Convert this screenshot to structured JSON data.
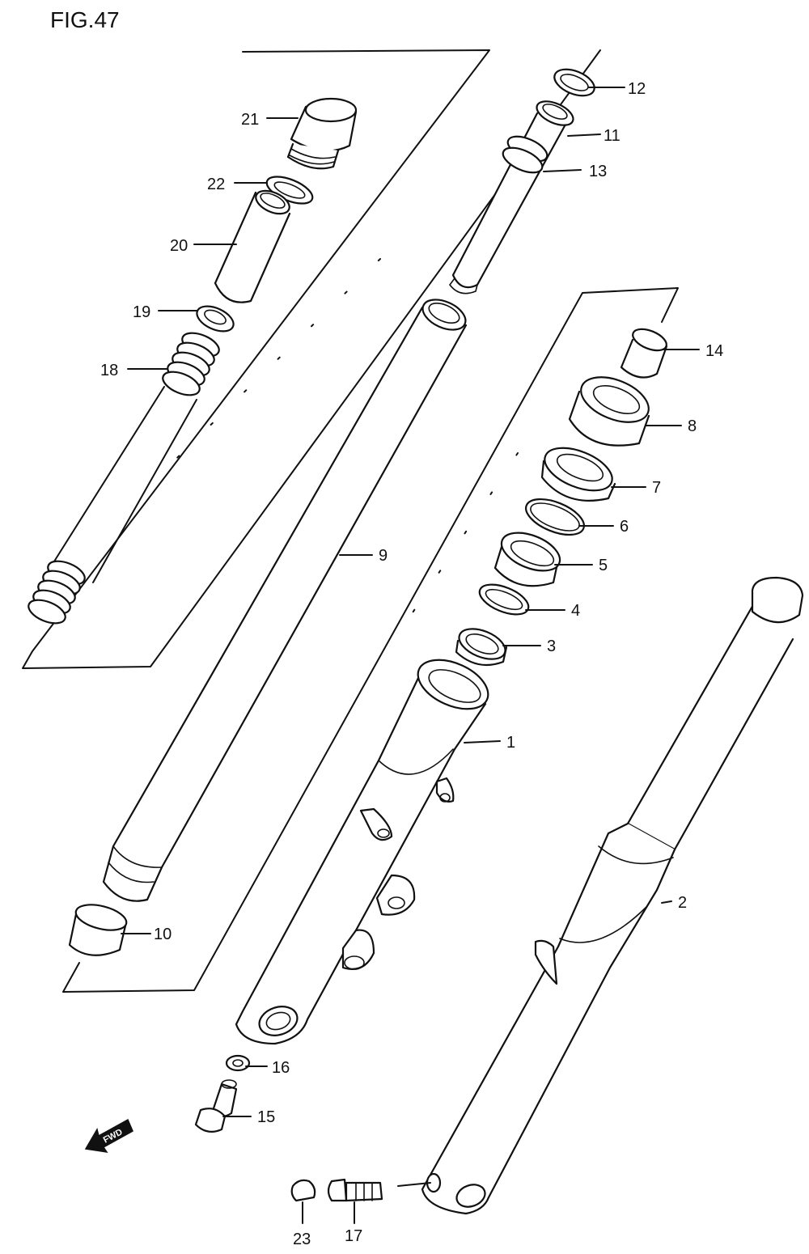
{
  "figure": {
    "title": "FIG.47",
    "fwd_label": "FWD"
  },
  "callouts": [
    {
      "id": "p1",
      "number": "1"
    },
    {
      "id": "p2",
      "number": "2"
    },
    {
      "id": "p3",
      "number": "3"
    },
    {
      "id": "p4",
      "number": "4"
    },
    {
      "id": "p5",
      "number": "5"
    },
    {
      "id": "p6",
      "number": "6"
    },
    {
      "id": "p7",
      "number": "7"
    },
    {
      "id": "p8",
      "number": "8"
    },
    {
      "id": "p9",
      "number": "9"
    },
    {
      "id": "p10",
      "number": "10"
    },
    {
      "id": "p11",
      "number": "11"
    },
    {
      "id": "p12",
      "number": "12"
    },
    {
      "id": "p13",
      "number": "13"
    },
    {
      "id": "p14",
      "number": "14"
    },
    {
      "id": "p15",
      "number": "15"
    },
    {
      "id": "p16",
      "number": "16"
    },
    {
      "id": "p17",
      "number": "17"
    },
    {
      "id": "p18",
      "number": "18"
    },
    {
      "id": "p19",
      "number": "19"
    },
    {
      "id": "p20",
      "number": "20"
    },
    {
      "id": "p21",
      "number": "21"
    },
    {
      "id": "p22",
      "number": "22"
    },
    {
      "id": "p23",
      "number": "23"
    }
  ]
}
